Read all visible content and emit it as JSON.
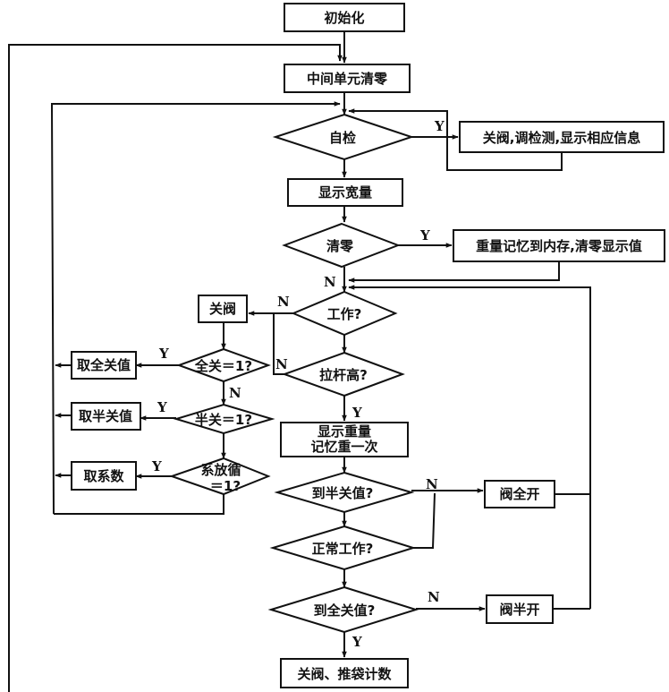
{
  "nodes": {
    "init": "初始化",
    "clear_mid": "中间单元清零",
    "self_check": "自检",
    "self_fail": "关阀,调检测,显示相应信息",
    "show_weight": "显示宽量",
    "zero": "清零",
    "zero_yes": "重量记忆到内存,清零显示值",
    "working": "工作?",
    "close_valve": "关阀",
    "full_close": "全关＝1?",
    "take_full": "取全关值",
    "half_close": "半关＝1?",
    "take_half": "取半关值",
    "coef": [
      "系放循",
      "＝1?"
    ],
    "take_coef": "取系数",
    "lever_high": "拉杆高?",
    "display_record": [
      "显示重量",
      "记忆重一次"
    ],
    "reach_half": "到半关值?",
    "valve_full_open": "阀全开",
    "normal_work": "正常工作?",
    "reach_full": "到全关值?",
    "valve_half_open": "阀半开",
    "end": "关阀、推袋计数"
  },
  "labels": {
    "y": "Y",
    "n": "N"
  }
}
